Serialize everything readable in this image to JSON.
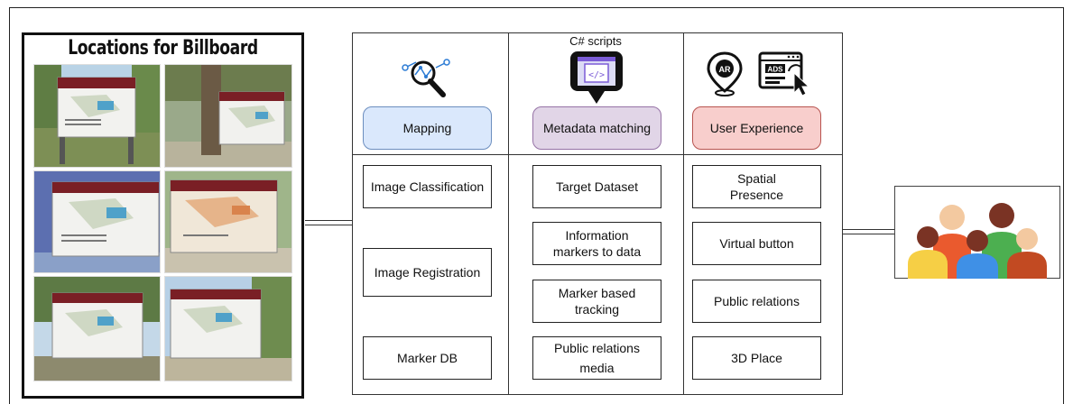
{
  "billboard": {
    "title": "Locations for Billboard"
  },
  "columns": [
    {
      "header": "Mapping",
      "color": "#dae8fc",
      "border": "#6c8ebf",
      "items": [
        "Image Classification",
        "Image Registration",
        "Marker DB"
      ]
    },
    {
      "caption": "C# scripts",
      "header": "Metadata matching",
      "color": "#e1d5e7",
      "border": "#9673a6",
      "items": [
        "Target Dataset",
        "Information markers to data",
        "Marker based tracking",
        "Public relations media"
      ]
    },
    {
      "header": "User Experience",
      "color": "#f8cecc",
      "border": "#b85450",
      "items": [
        "Spatial Presence",
        "Virtual button",
        "Public relations",
        "3D Place"
      ]
    }
  ],
  "icons": [
    "network-search-icon",
    "code-monitor-icon",
    "ar-location-pin-icon",
    "ads-click-icon",
    "people-group-icon"
  ],
  "ads_icon_text": "ADS",
  "ar_icon_text": "AR"
}
